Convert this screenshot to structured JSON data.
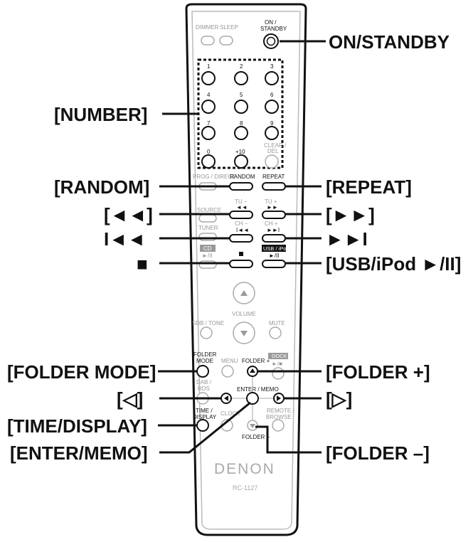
{
  "remote": {
    "brand": "DENON",
    "model": "RC-1127",
    "labels": {
      "dimmer": "DIMMER",
      "sleep": "SLEEP",
      "on_standby_1": "ON /",
      "on_standby_2": "STANDBY",
      "n1": "1",
      "n2": "2",
      "n3": "3",
      "n4": "4",
      "n5": "5",
      "n6": "6",
      "n7": "7",
      "n8": "8",
      "n9": "9",
      "n0": "0",
      "n10": "+10",
      "clear1": "CLEAR /",
      "clear2": "DEL",
      "prog": "PROG / DIRECT",
      "random": "RANDOM",
      "repeat": "REPEAT",
      "source": "SOURCE",
      "tu_minus": "TU −",
      "tu_plus": "TU +",
      "tuner": "TUNER",
      "ch_minus": "CH −",
      "ch_plus": "CH +",
      "cd": "CD",
      "cd_play": "►/II",
      "usb_ipod": "USB / iPod",
      "usb_play": "►/II",
      "volume": "VOLUME",
      "sdb_tone": "SDB / TONE",
      "mute": "MUTE",
      "folder_mode1": "FOLDER",
      "folder_mode2": "MODE",
      "menu": "MENU",
      "folder_plus": "FOLDER +",
      "dock": "DOCK",
      "dab1": "DAB /",
      "dab2": "RDS",
      "enter_memo": "ENTER / MEMO",
      "time1": "TIME /",
      "time2": "DISPLAY",
      "clock": "CLOCK",
      "remote1": "REMOTE /",
      "remote2": "BROWSE",
      "folder_minus": "FOLDER −"
    }
  },
  "callouts": {
    "on_standby": "ON/STANDBY",
    "number": "[NUMBER]",
    "random": "[RANDOM]",
    "repeat": "[REPEAT]",
    "rewind": "[◄◄]",
    "fast_forward": "[►►]",
    "skip_back": "I◄◄",
    "skip_forward": "►►I",
    "stop": "■",
    "usb_ipod": "[USB/iPod ►/II]",
    "folder_mode": "[FOLDER MODE]",
    "folder_plus": "[FOLDER +]",
    "left": "[◁]",
    "right": "[▷]",
    "time_display": "[TIME/DISPLAY]",
    "enter_memo": "[ENTER/MEMO]",
    "folder_minus": "[FOLDER –]"
  }
}
